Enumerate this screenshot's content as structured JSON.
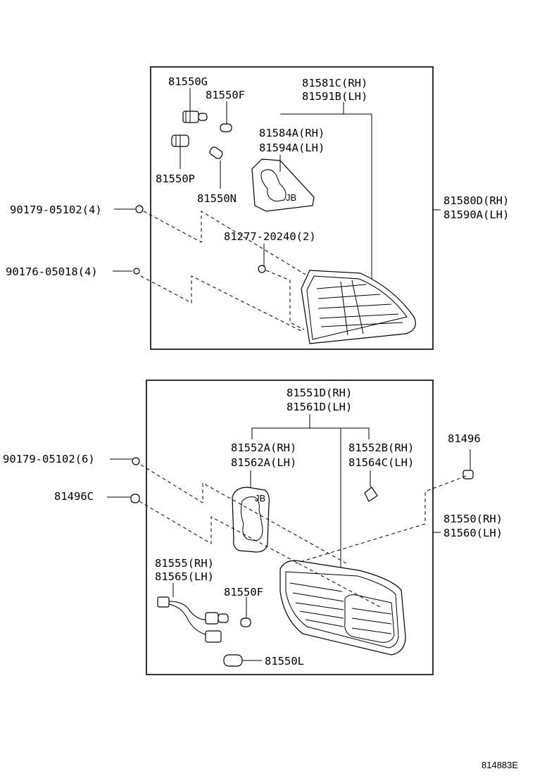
{
  "diagram_code": "814883E",
  "top_group": {
    "labels": {
      "bulb_g": "81550G",
      "bulb_f": "81550F",
      "bulb_p": "81550P",
      "bulb_n": "81550N",
      "lens_rh": "81581C(RH)",
      "lens_lh": "81591B(LH)",
      "gasket_rh": "81584A(RH)",
      "gasket_lh": "81594A(LH)",
      "lamp_rh": "81580D(RH)",
      "lamp_lh": "81590A(LH)",
      "nut": "81277-20240(2)",
      "screw_a": "90179-05102(4)",
      "screw_b": "90176-05018(4)"
    }
  },
  "bottom_group": {
    "labels": {
      "lens_rh": "81551D(RH)",
      "lens_lh": "81561D(LH)",
      "gasket_a_rh": "81552A(RH)",
      "gasket_a_lh": "81562A(LH)",
      "gasket_b_rh": "81552B(RH)",
      "gasket_b_lh": "81564C(LH)",
      "clip": "81496",
      "clip_c": "81496C",
      "screw": "90179-05102(6)",
      "lamp_rh": "81550(RH)",
      "lamp_lh": "81560(LH)",
      "socket_rh": "81555(RH)",
      "socket_lh": "81565(LH)",
      "bulb_f": "81550F",
      "bulb_l": "81550L"
    }
  }
}
